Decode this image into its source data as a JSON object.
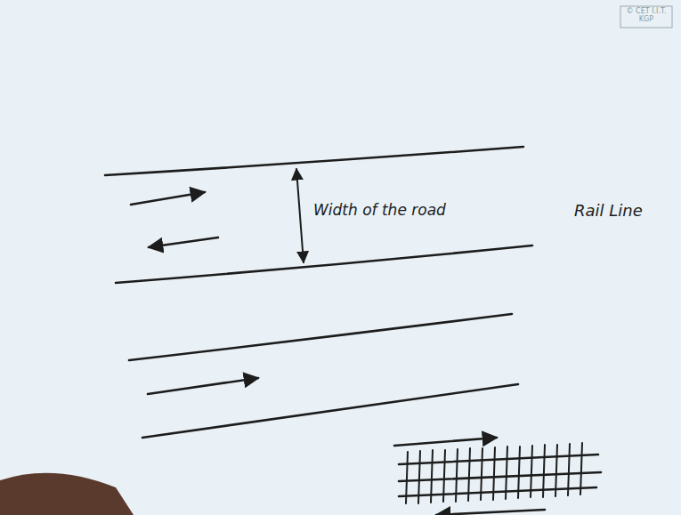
{
  "diagram": {
    "labels": [
      "Width of the road",
      "Rail Line",
      "© CET I.I.T. KGP"
    ]
  }
}
